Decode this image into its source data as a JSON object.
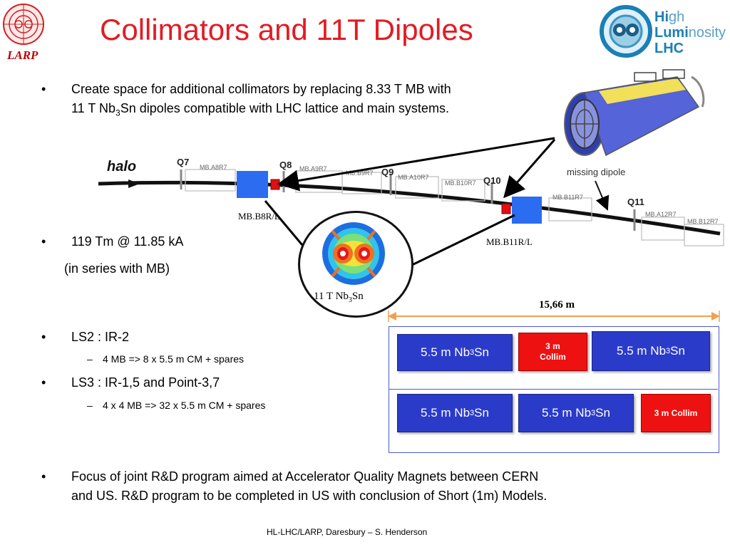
{
  "title": "Collimators and 11T Dipoles",
  "logos": {
    "larp_label": "LARP",
    "hl_word1_first": "Hi",
    "hl_word1_rest": "gh",
    "hl_word2_first": "Lumi",
    "hl_word2_rest": "nosity",
    "hl_word3": "LHC"
  },
  "bullets": {
    "b1_line1": "Create space for additional collimators by replacing 8.33 T MB with",
    "b1_line2_pre": "11 T Nb",
    "b1_line2_sub": "3",
    "b1_line2_post": "Sn dipoles compatible with LHC lattice and main systems.",
    "b2_line1": "119 Tm @ 11.85 kA",
    "b2_line2": "(in series with MB)",
    "b3": "LS2 : IR-2",
    "b3_sub": "4 MB => 8 x 5.5 m CM + spares",
    "b4": "LS3 : IR-1,5 and Point-3,7",
    "b4_sub": "4 x 4 MB => 32 x 5.5 m CM + spares",
    "b5_line1": "Focus of joint R&D program aimed at Accelerator Quality Magnets between CERN",
    "b5_line2": "and US. R&D program to be completed in US with conclusion of Short (1m) Models.",
    "bullet_glyph": "•",
    "dash_glyph": "–"
  },
  "lattice": {
    "halo": "halo",
    "q7": "Q7",
    "q8": "Q8",
    "q9": "Q9",
    "q10": "Q10",
    "q11": "Q11",
    "mb_a8r7": "MB.A8R7",
    "mb_a9r7": "MB.A9R7",
    "mb_b9r7": "MB.B9R7",
    "mb_a10r7": "MB.A10R7",
    "mb_b10r7": "MB.B10R7",
    "mb_b11r7": "MB.B11R7",
    "mb_a12r7": "MB.A12R7",
    "mb_b12r7": "MB.B12R7",
    "missing_dipole": "missing dipole",
    "mb_b8r": "MB.B8R/L",
    "mb_b11r": "MB.B11R/L",
    "circle_pre": "11 T Nb",
    "circle_sub": "3",
    "circle_post": "Sn"
  },
  "layout_diagram": {
    "length": "15,66 m",
    "nb_pre": "5.5 m Nb",
    "nb_sub": "3",
    "nb_post": "Sn",
    "collim_short_1": "3 m",
    "collim_short_2": "Collim",
    "collim_long": "3 m Collim"
  },
  "footer": "HL-LHC/LARP, Daresbury  – S. Henderson",
  "colors": {
    "title_red": "#e31b23",
    "box_blue": "#2b3bc9",
    "box_red": "#ee1111",
    "arrow_orange": "#f0a050"
  }
}
